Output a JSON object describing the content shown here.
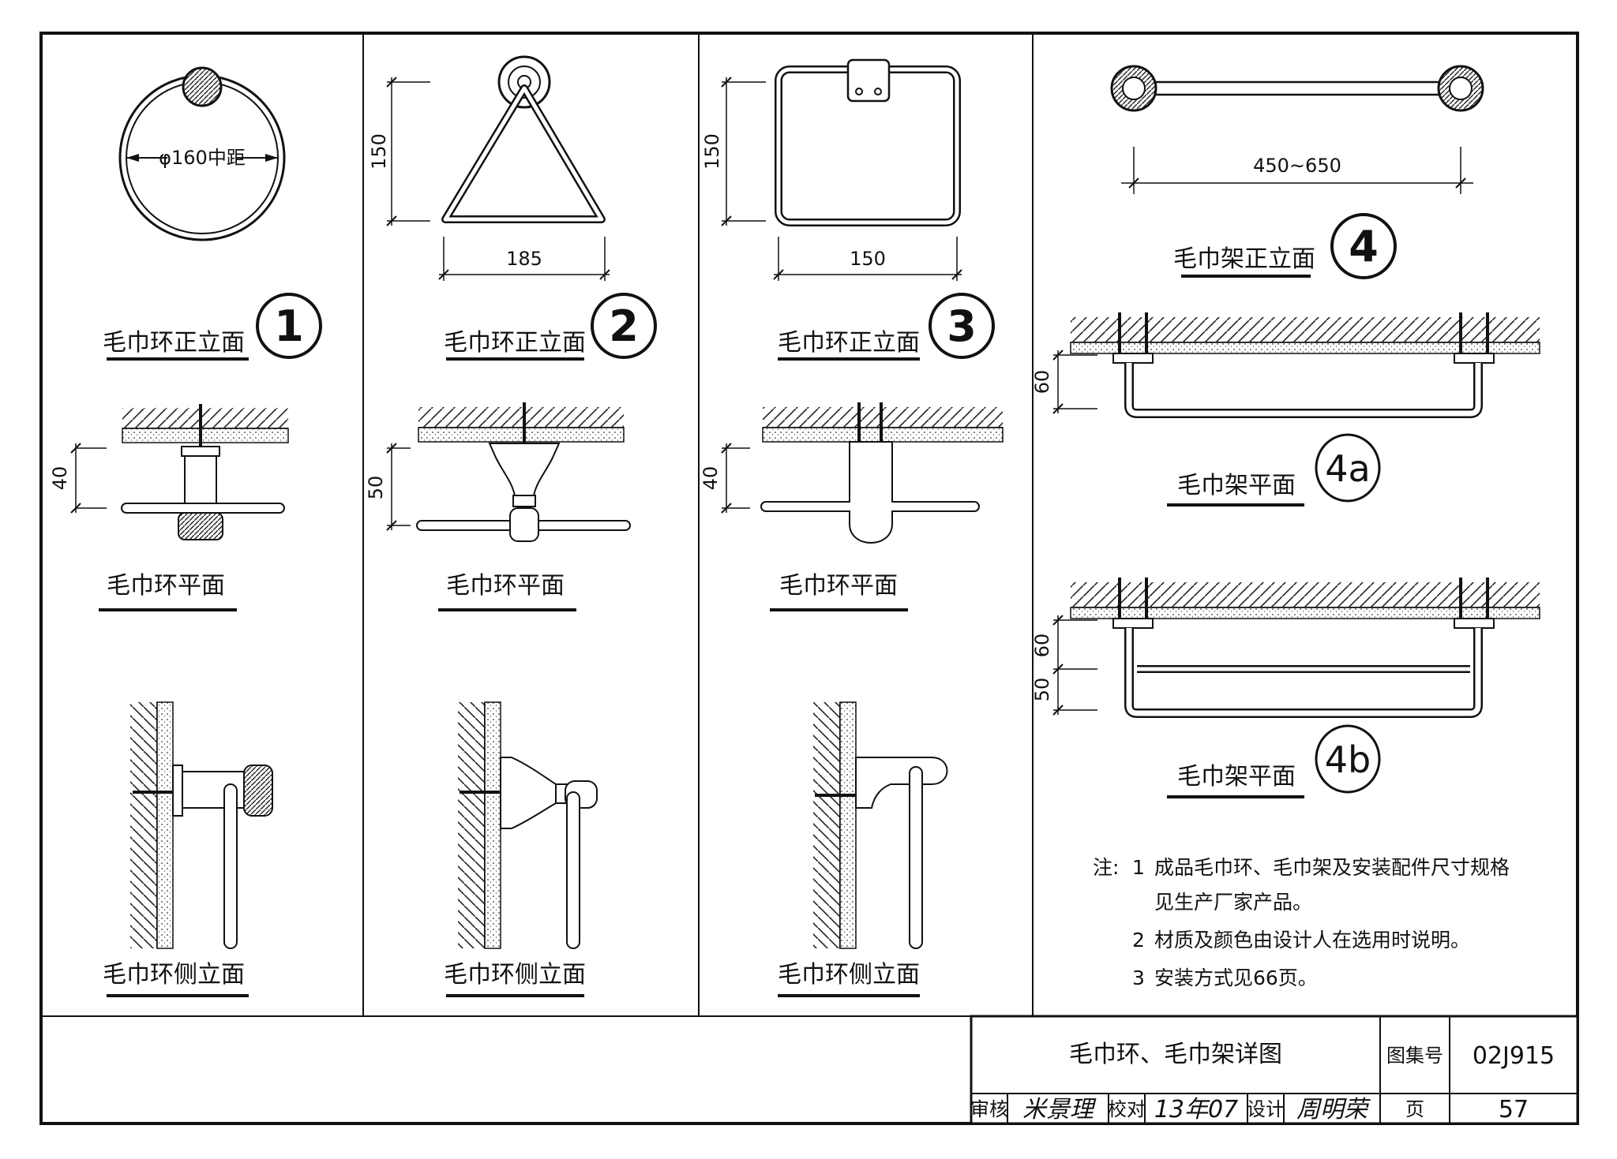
{
  "detail1": {
    "dim_diameter": "φ160中距",
    "title_front": "毛巾环正立面",
    "number": "1",
    "dim_plan": "40",
    "title_plan": "毛巾环平面",
    "title_side": "毛巾环侧立面"
  },
  "detail2": {
    "dim_height": "150",
    "dim_width": "185",
    "title_front": "毛巾环正立面",
    "number": "2",
    "dim_plan": "50",
    "title_plan": "毛巾环平面",
    "title_side": "毛巾环侧立面"
  },
  "detail3": {
    "dim_height": "150",
    "dim_width": "150",
    "title_front": "毛巾环正立面",
    "number": "3",
    "dim_plan": "40",
    "title_plan": "毛巾环平面",
    "title_side": "毛巾环侧立面"
  },
  "detail4": {
    "dim_length": "450~650",
    "title_front": "毛巾架正立面",
    "number": "4",
    "plan_a": {
      "dim": "60",
      "label": "4a",
      "title": "毛巾架平面"
    },
    "plan_b": {
      "dim_top": "60",
      "dim_bottom": "50",
      "label": "4b",
      "title": "毛巾架平面"
    }
  },
  "notes": {
    "prefix": "注:",
    "items": [
      {
        "n": "1",
        "line1": "成品毛巾环、毛巾架及安装配件尺寸规格",
        "line2": "见生产厂家产品。"
      },
      {
        "n": "2",
        "line1": "材质及颜色由设计人在选用时说明。"
      },
      {
        "n": "3",
        "line1": "安装方式见66页。"
      }
    ]
  },
  "title_block": {
    "drawing_title": "毛巾环、毛巾架详图",
    "atlas_label": "图集号",
    "atlas_no": "02J915",
    "review_label": "审核",
    "review_sig": "米景理",
    "check_label": "校对",
    "check_sig": "13年07",
    "design_label": "设计",
    "design_sig": "周明荣",
    "page_label": "页",
    "page_no": "57"
  }
}
